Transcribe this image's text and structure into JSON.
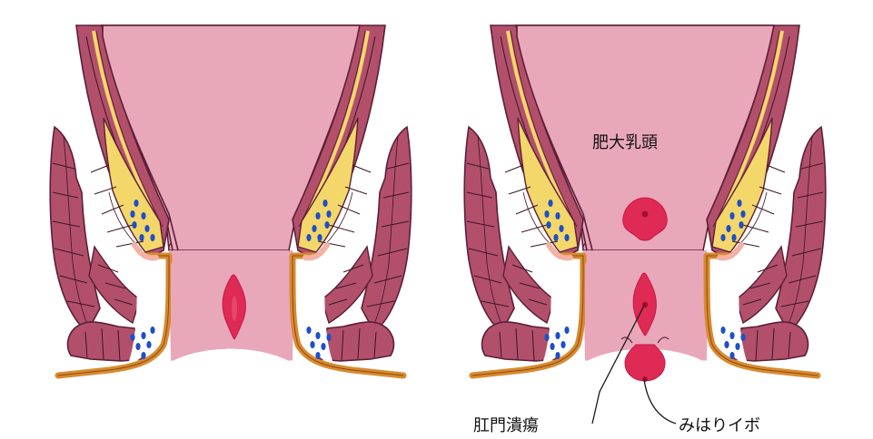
{
  "labels": {
    "hypertrophied_papilla": "肥大乳頭",
    "anal_fissure": "肛門潰瘍",
    "skin_tag": "みはりイボ"
  },
  "colors": {
    "canal": "#e9a7ba",
    "muscle": "#b2506c",
    "muscle_line": "#3a1525",
    "fat": "#f4d76b",
    "outline": "#5c1f36",
    "epidermis": "#d98a2f",
    "gland": "#1f4fc8",
    "lesion": "#de2a55",
    "lesion_core": "#a0102c"
  },
  "icons": [
    "hypertrophied-papilla-icon",
    "anal-fissure-icon",
    "skin-tag-icon",
    "gland-dots-icon"
  ]
}
